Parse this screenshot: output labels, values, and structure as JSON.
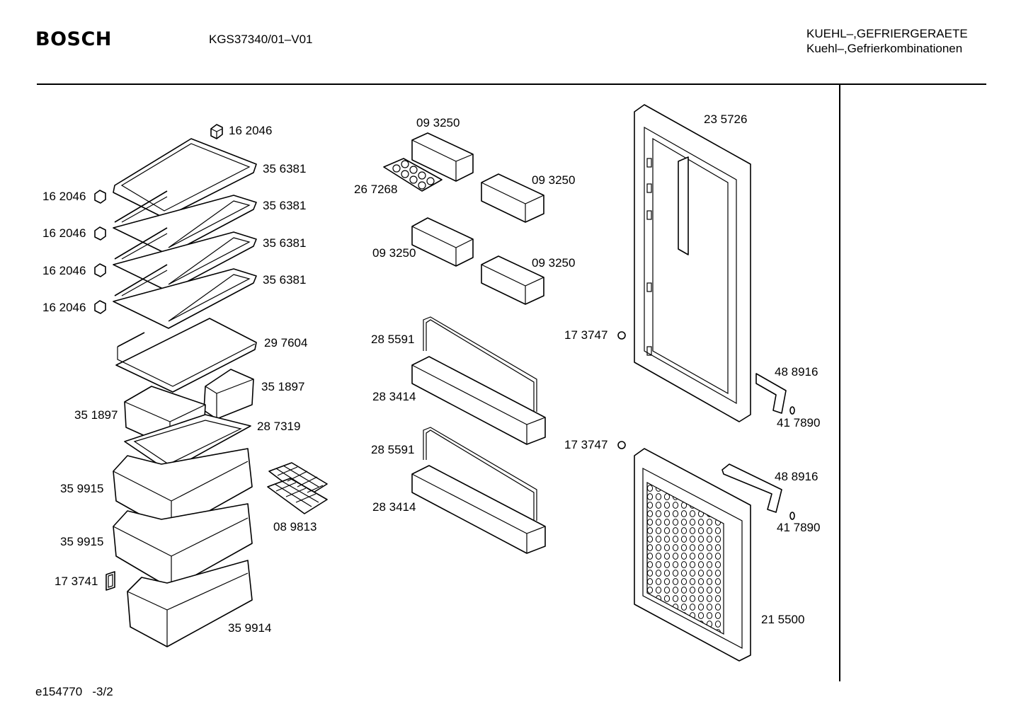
{
  "header": {
    "brand": "BOSCH",
    "model": "KGS37340/01–V01",
    "category_line1": "KUEHL–,GEFRIERGERAETE",
    "category_line2": "Kuehl–,Gefrierkombinationen"
  },
  "footer": {
    "drawing_ref": "e154770   -3/2"
  },
  "part_labels": {
    "p162046_top": "16 2046",
    "p356381_1": "35 6381",
    "p356381_2": "35 6381",
    "p356381_3": "35 6381",
    "p356381_4": "35 6381",
    "p162046_1": "16 2046",
    "p162046_2": "16 2046",
    "p162046_3": "16 2046",
    "p162046_4": "16 2046",
    "p297604": "29 7604",
    "p351897_r": "35 1897",
    "p351897_l": "35 1897",
    "p287319": "28 7319",
    "p359915_1": "35 9915",
    "p359915_2": "35 9915",
    "p173741": "17 3741",
    "p359914": "35 9914",
    "p089813": "08 9813",
    "p093250_1": "09 3250",
    "p267268": "26 7268",
    "p093250_2": "09 3250",
    "p093250_3": "09 3250",
    "p093250_4": "09 3250",
    "p285591_1": "28 5591",
    "p283414_1": "28 3414",
    "p285591_2": "28 5591",
    "p283414_2": "28 3414",
    "p235726": "23 5726",
    "p173747_1": "17 3747",
    "p488916_1": "48 8916",
    "p417890_1": "41 7890",
    "p173747_2": "17 3747",
    "p488916_2": "48 8916",
    "p417890_2": "41 7890",
    "p215500": "21 5500"
  }
}
